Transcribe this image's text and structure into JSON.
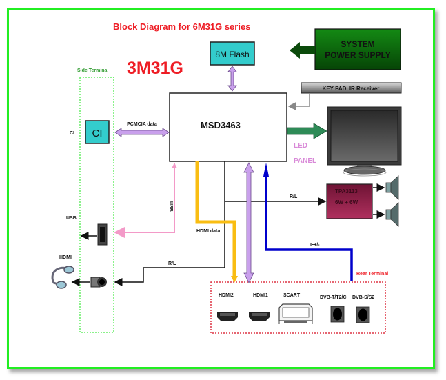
{
  "diagram": {
    "title": "Block Diagram for 6M31G series",
    "model": "3M31G",
    "colors": {
      "frame_border": "#22ee22",
      "title_red": "#ee1c24",
      "flash_fill": "#33cccc",
      "power_fill": "#0b6b0b",
      "purple_bus": "#c9a0ec",
      "pink_usb": "#f39ac8",
      "hdmi_yellow": "#f9bd12",
      "if_blue": "#0000cc",
      "led_green": "#2e8b57",
      "amp_fill": "#8b1e4a",
      "side_terminal_dash": "#66ee66",
      "rear_terminal_dash": "#dd3344"
    },
    "blocks": {
      "soc": "MSD3463",
      "flash": "8M Flash",
      "power_supply_line1": "SYSTEM",
      "power_supply_line2": "POWER SUPPLY",
      "keypad": "KEY PAD, IR Receiver",
      "ci_module": "CI",
      "amp_line1": "TPA3113",
      "amp_line2": "6W + 6W",
      "led_line1": "LED",
      "led_line2": "PANEL"
    },
    "side_terminal": {
      "label": "Side Terminal",
      "ci_label": "CI",
      "usb_label": "USB",
      "hdmi_label": "HDMI"
    },
    "rear_terminal": {
      "label": "Rear Terminal",
      "ports": [
        "HDMI2",
        "HDMI1",
        "SCART",
        "DVB-T/T2/C",
        "DVB-S/S2"
      ]
    },
    "signals": {
      "pcmcia": "PCMCIA data",
      "usb": "USB",
      "hdmi_data": "HDMI data",
      "rl_speaker": "R/L",
      "rl_headphone": "R/L",
      "if": "IF+/-"
    }
  }
}
